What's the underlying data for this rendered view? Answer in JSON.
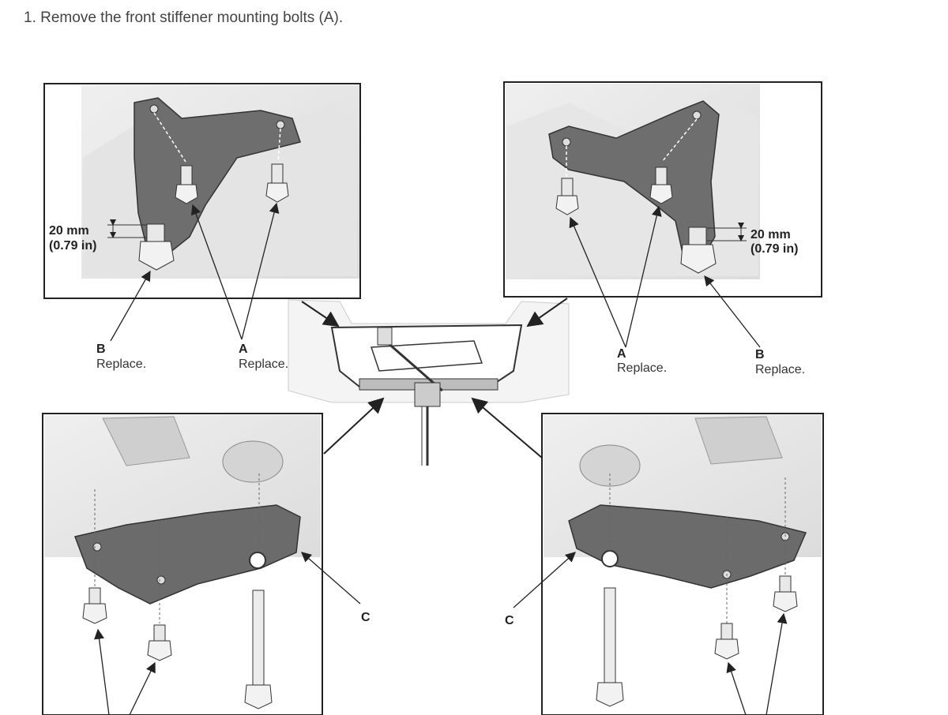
{
  "instruction": {
    "number": "1.",
    "text": "Remove the front stiffener mounting bolts (A)."
  },
  "labels": {
    "A": "A",
    "B": "B",
    "C": "C",
    "replace": "Replace."
  },
  "dimension": {
    "mm": "20 mm",
    "inch": "(0.79 in)"
  }
}
